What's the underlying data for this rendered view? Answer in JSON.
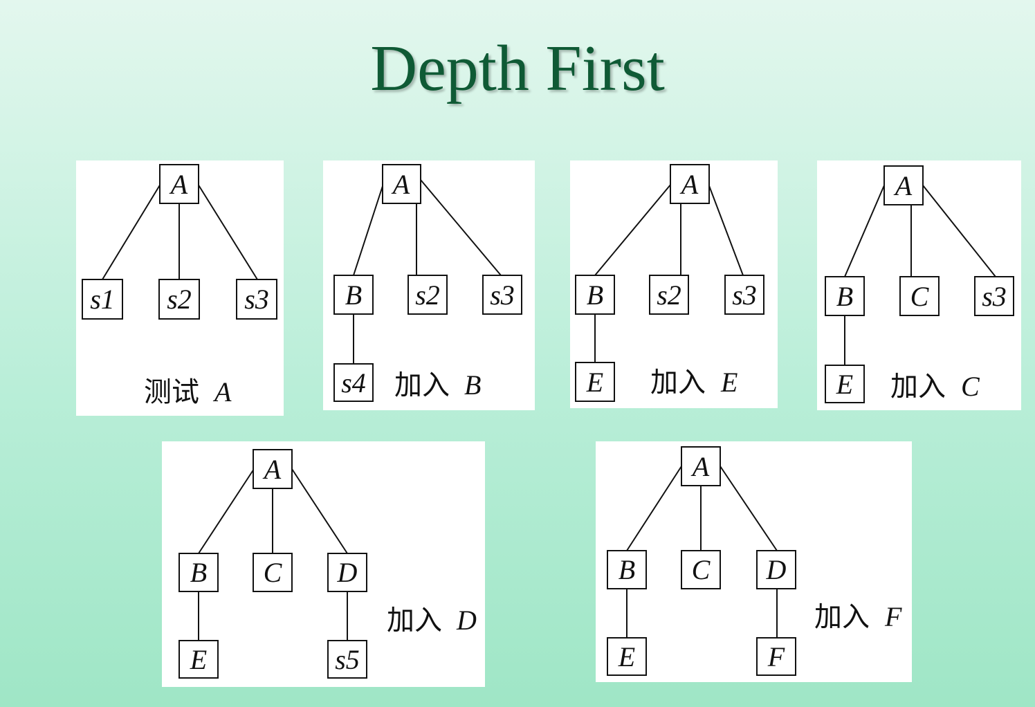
{
  "title": "Depth First",
  "panels": [
    {
      "nodes": {
        "A": "A",
        "c1": "s1",
        "c2": "s2",
        "c3": "s3"
      },
      "caption": {
        "text": "测试",
        "var": "A"
      }
    },
    {
      "nodes": {
        "A": "A",
        "c1": "B",
        "c2": "s2",
        "c3": "s3",
        "g1": "s4"
      },
      "caption": {
        "text": "加入",
        "var": "B"
      }
    },
    {
      "nodes": {
        "A": "A",
        "c1": "B",
        "c2": "s2",
        "c3": "s3",
        "g1": "E"
      },
      "caption": {
        "text": "加入",
        "var": "E"
      }
    },
    {
      "nodes": {
        "A": "A",
        "c1": "B",
        "c2": "C",
        "c3": "s3",
        "g1": "E"
      },
      "caption": {
        "text": "加入",
        "var": "C"
      }
    },
    {
      "nodes": {
        "A": "A",
        "c1": "B",
        "c2": "C",
        "c3": "D",
        "g1": "E",
        "g3": "s5"
      },
      "caption": {
        "text": "加入",
        "var": "D"
      }
    },
    {
      "nodes": {
        "A": "A",
        "c1": "B",
        "c2": "C",
        "c3": "D",
        "g1": "E",
        "g3": "F"
      },
      "caption": {
        "text": "加入",
        "var": "F"
      }
    }
  ]
}
